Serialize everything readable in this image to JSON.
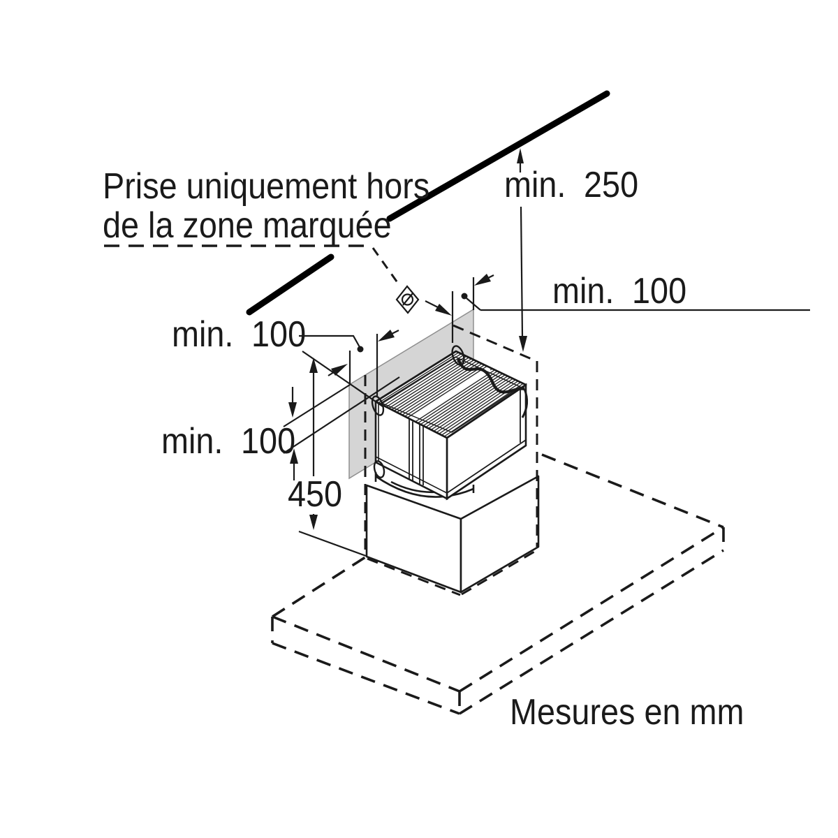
{
  "diagram": {
    "note": {
      "line1": "Prise uniquement hors",
      "line2": "de la zone marquée"
    },
    "dimensions": {
      "ceiling_clearance": "min. 250",
      "wall_clearance_right": "min. 100",
      "wall_clearance_left": "min. 100",
      "zone_clearance": "min. 100",
      "zone_height": "450"
    },
    "footer": {
      "units_note": "Mesures en mm"
    },
    "icons": {
      "socket": "power-socket-icon"
    },
    "colors": {
      "line": "#1a1a1a",
      "marked_zone_fill": "#d5d5d5",
      "background": "#ffffff"
    }
  }
}
